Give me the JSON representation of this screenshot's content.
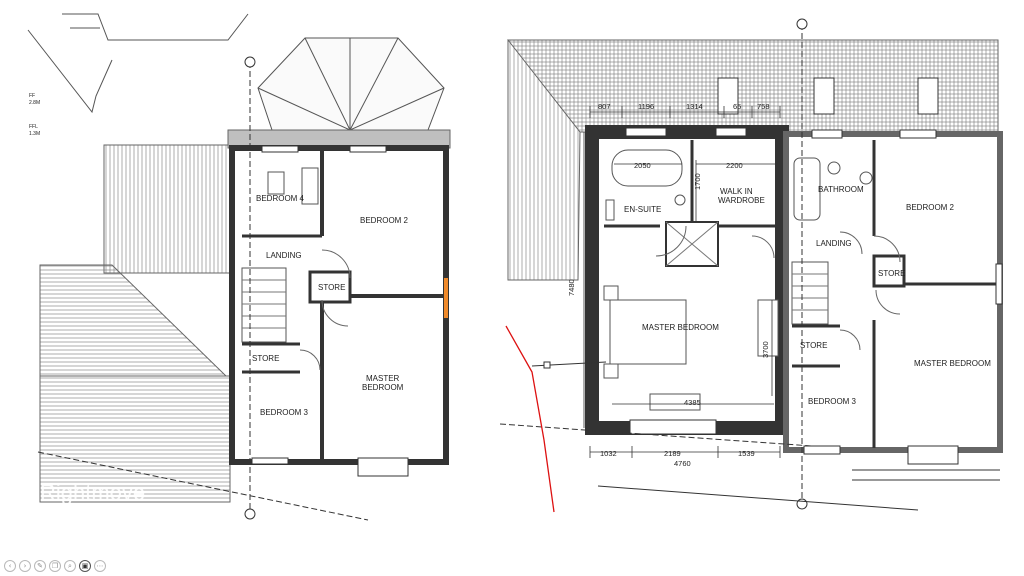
{
  "left_plan": {
    "rooms": {
      "bedroom4": "BEDROOM 4",
      "bedroom2": "BEDROOM 2",
      "landing": "LANDING",
      "store_main": "STORE",
      "store_small": "STORE",
      "master_line1": "MASTER",
      "master_line2": "BEDROOM",
      "bedroom3": "BEDROOM 3"
    },
    "notes": [
      "FF",
      "2.8M",
      "FFL",
      "1.3M"
    ]
  },
  "right_plan": {
    "rooms": {
      "ensuite": "EN-SUITE",
      "walkin_line1": "WALK IN",
      "walkin_line2": "WARDROBE",
      "master": "MASTER BEDROOM",
      "bathroom": "BATHROOM",
      "bedroom2": "BEDROOM 2",
      "landing": "LANDING",
      "store_main": "STORE",
      "store_small": "STORE",
      "bedroom3": "BEDROOM 3",
      "master2": "MASTER BEDROOM"
    },
    "dimensions": {
      "top": [
        "807",
        "1196",
        "1314",
        "65",
        "758"
      ],
      "bath_width": "2050",
      "wardrobe_width": "2200",
      "wardrobe_depth": "1700",
      "overall_height": "7480",
      "bed_wall": "3700",
      "room_width": "4385",
      "bottom": [
        "1032",
        "2189",
        "1539"
      ],
      "overall_width": "4760"
    }
  },
  "toolbar": {
    "icons": [
      "prev-icon",
      "next-icon",
      "edit-icon",
      "copy-icon",
      "zoom-icon",
      "camera-icon",
      "more-icon"
    ],
    "glyphs": [
      "‹",
      "›",
      "✎",
      "❐",
      "⌕",
      "▣",
      "⋯"
    ]
  }
}
